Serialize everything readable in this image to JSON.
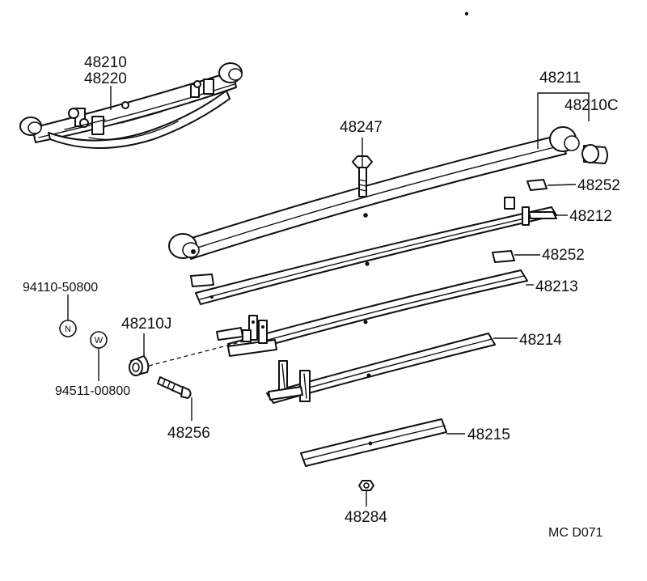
{
  "labels": {
    "p48210": "48210",
    "p48220": "48220",
    "p48211": "48211",
    "p48210C": "48210C",
    "p48247": "48247",
    "p48252_upper": "48252",
    "p48212": "48212",
    "p48252_lower": "48252",
    "p48213": "48213",
    "p48214": "48214",
    "p48215": "48215",
    "p48284": "48284",
    "p48210J": "48210J",
    "p48256": "48256",
    "p94110": "94110-50800",
    "p94511": "94511-00800",
    "symbol_n": "N",
    "symbol_w": "W",
    "ref_code": "MC  D071"
  }
}
